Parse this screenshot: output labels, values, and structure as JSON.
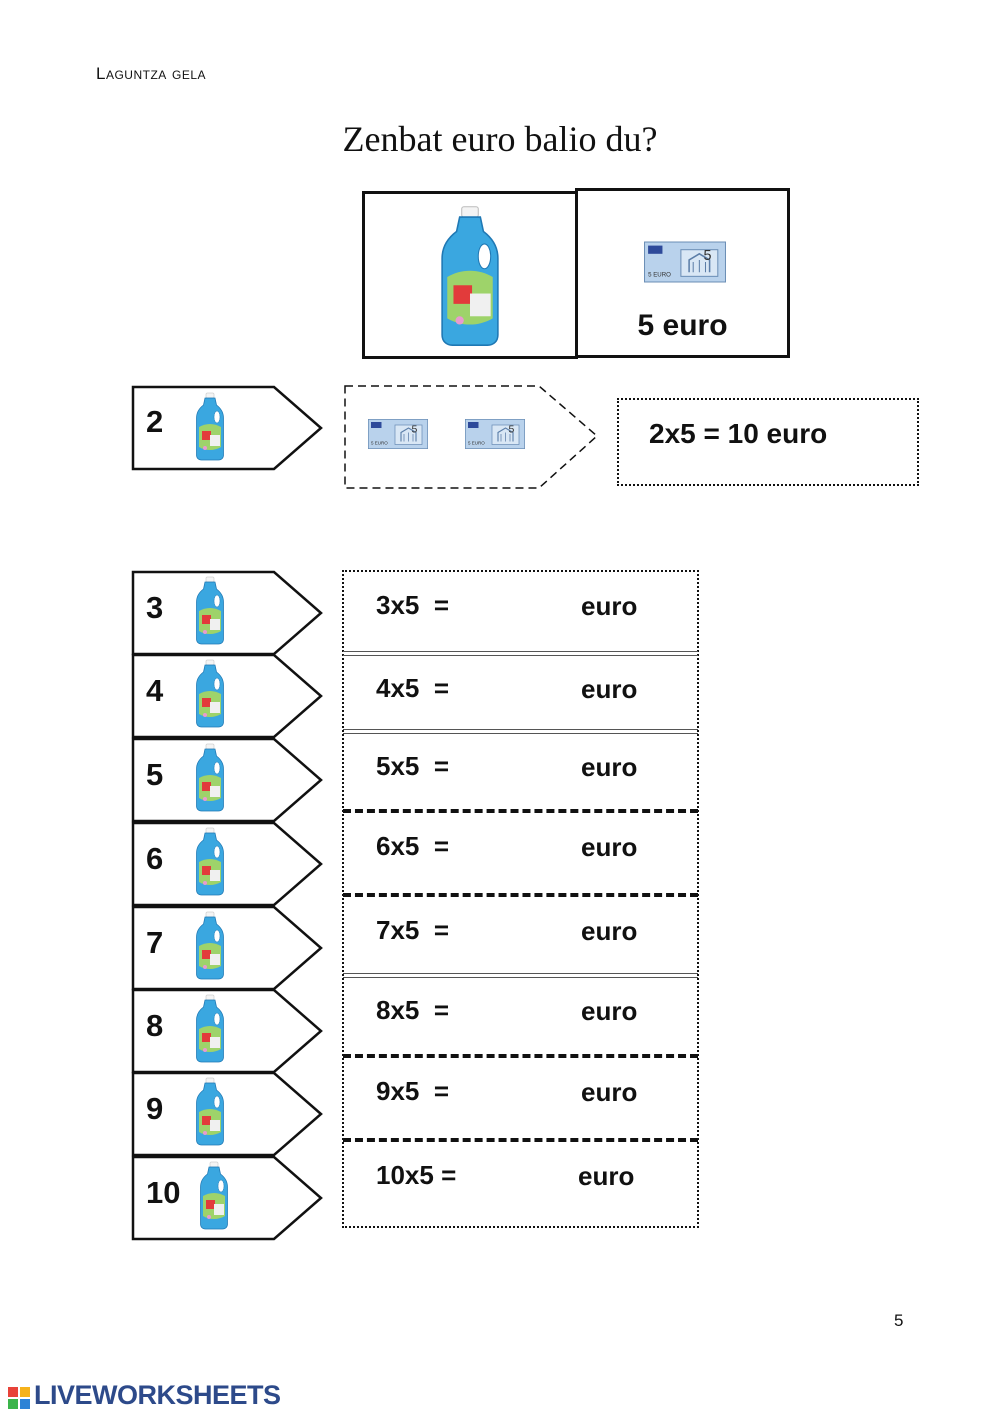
{
  "header": {
    "text": "Laguntza gela"
  },
  "title": "Zenbat euro balio du?",
  "example_price": {
    "label": "5 euro",
    "banknote_value": "5"
  },
  "example": {
    "count": "2",
    "banknote_count": 2,
    "result": "2x5 = 10 euro"
  },
  "rows": [
    {
      "count": "3",
      "equation": "3x5  =",
      "unit": "euro"
    },
    {
      "count": "4",
      "equation": "4x5  =",
      "unit": "euro"
    },
    {
      "count": "5",
      "equation": "5x5  =",
      "unit": "euro"
    },
    {
      "count": "6",
      "equation": "6x5  =",
      "unit": "euro"
    },
    {
      "count": "7",
      "equation": "7x5  =",
      "unit": "euro"
    },
    {
      "count": "8",
      "equation": "8x5  =",
      "unit": "euro"
    },
    {
      "count": "9",
      "equation": "9x5  =",
      "unit": "euro"
    },
    {
      "count": "10",
      "equation": "10x5 =",
      "unit": "euro"
    }
  ],
  "page_number": "5",
  "footer": {
    "brand": "LIVEWORKSHEETS"
  },
  "colors": {
    "bottle": "#3aa7e0",
    "banknote": "#8fb4d9",
    "brand": "#2d4a8a"
  }
}
